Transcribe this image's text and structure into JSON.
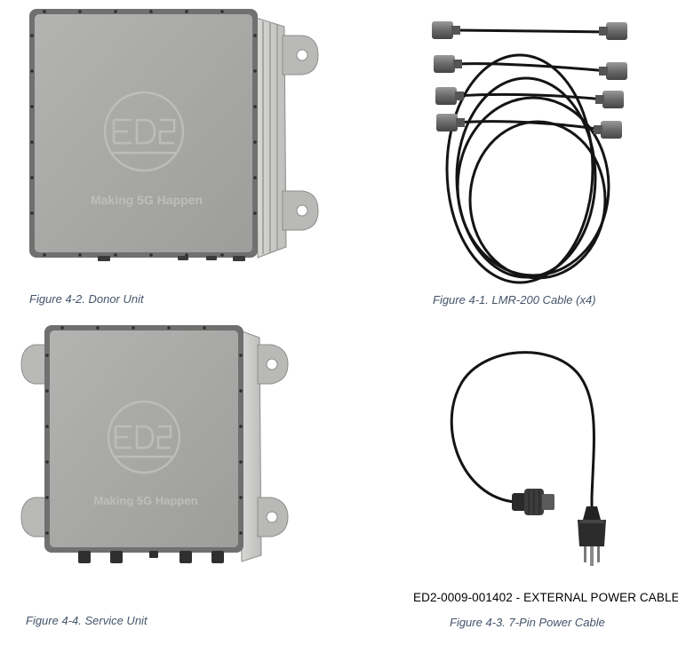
{
  "figures": [
    {
      "caption": "Figure 4-2. Donor Unit",
      "logo_text": "Making 5G Happen"
    },
    {
      "caption": "Figure 4-1. LMR-200 Cable (x4)"
    },
    {
      "caption": "Figure 4-4. Service Unit",
      "logo_text": "Making 5G Happen"
    },
    {
      "caption": "Figure 4-3. 7-Pin Power Cable",
      "part_label": "ED2-0009-001402 - EXTERNAL POWER CABLE"
    }
  ],
  "colors": {
    "caption": "#44546a",
    "enclosure_face": "#a9a9a7",
    "enclosure_frame": "#6f6f6f",
    "cable": "#141414"
  }
}
